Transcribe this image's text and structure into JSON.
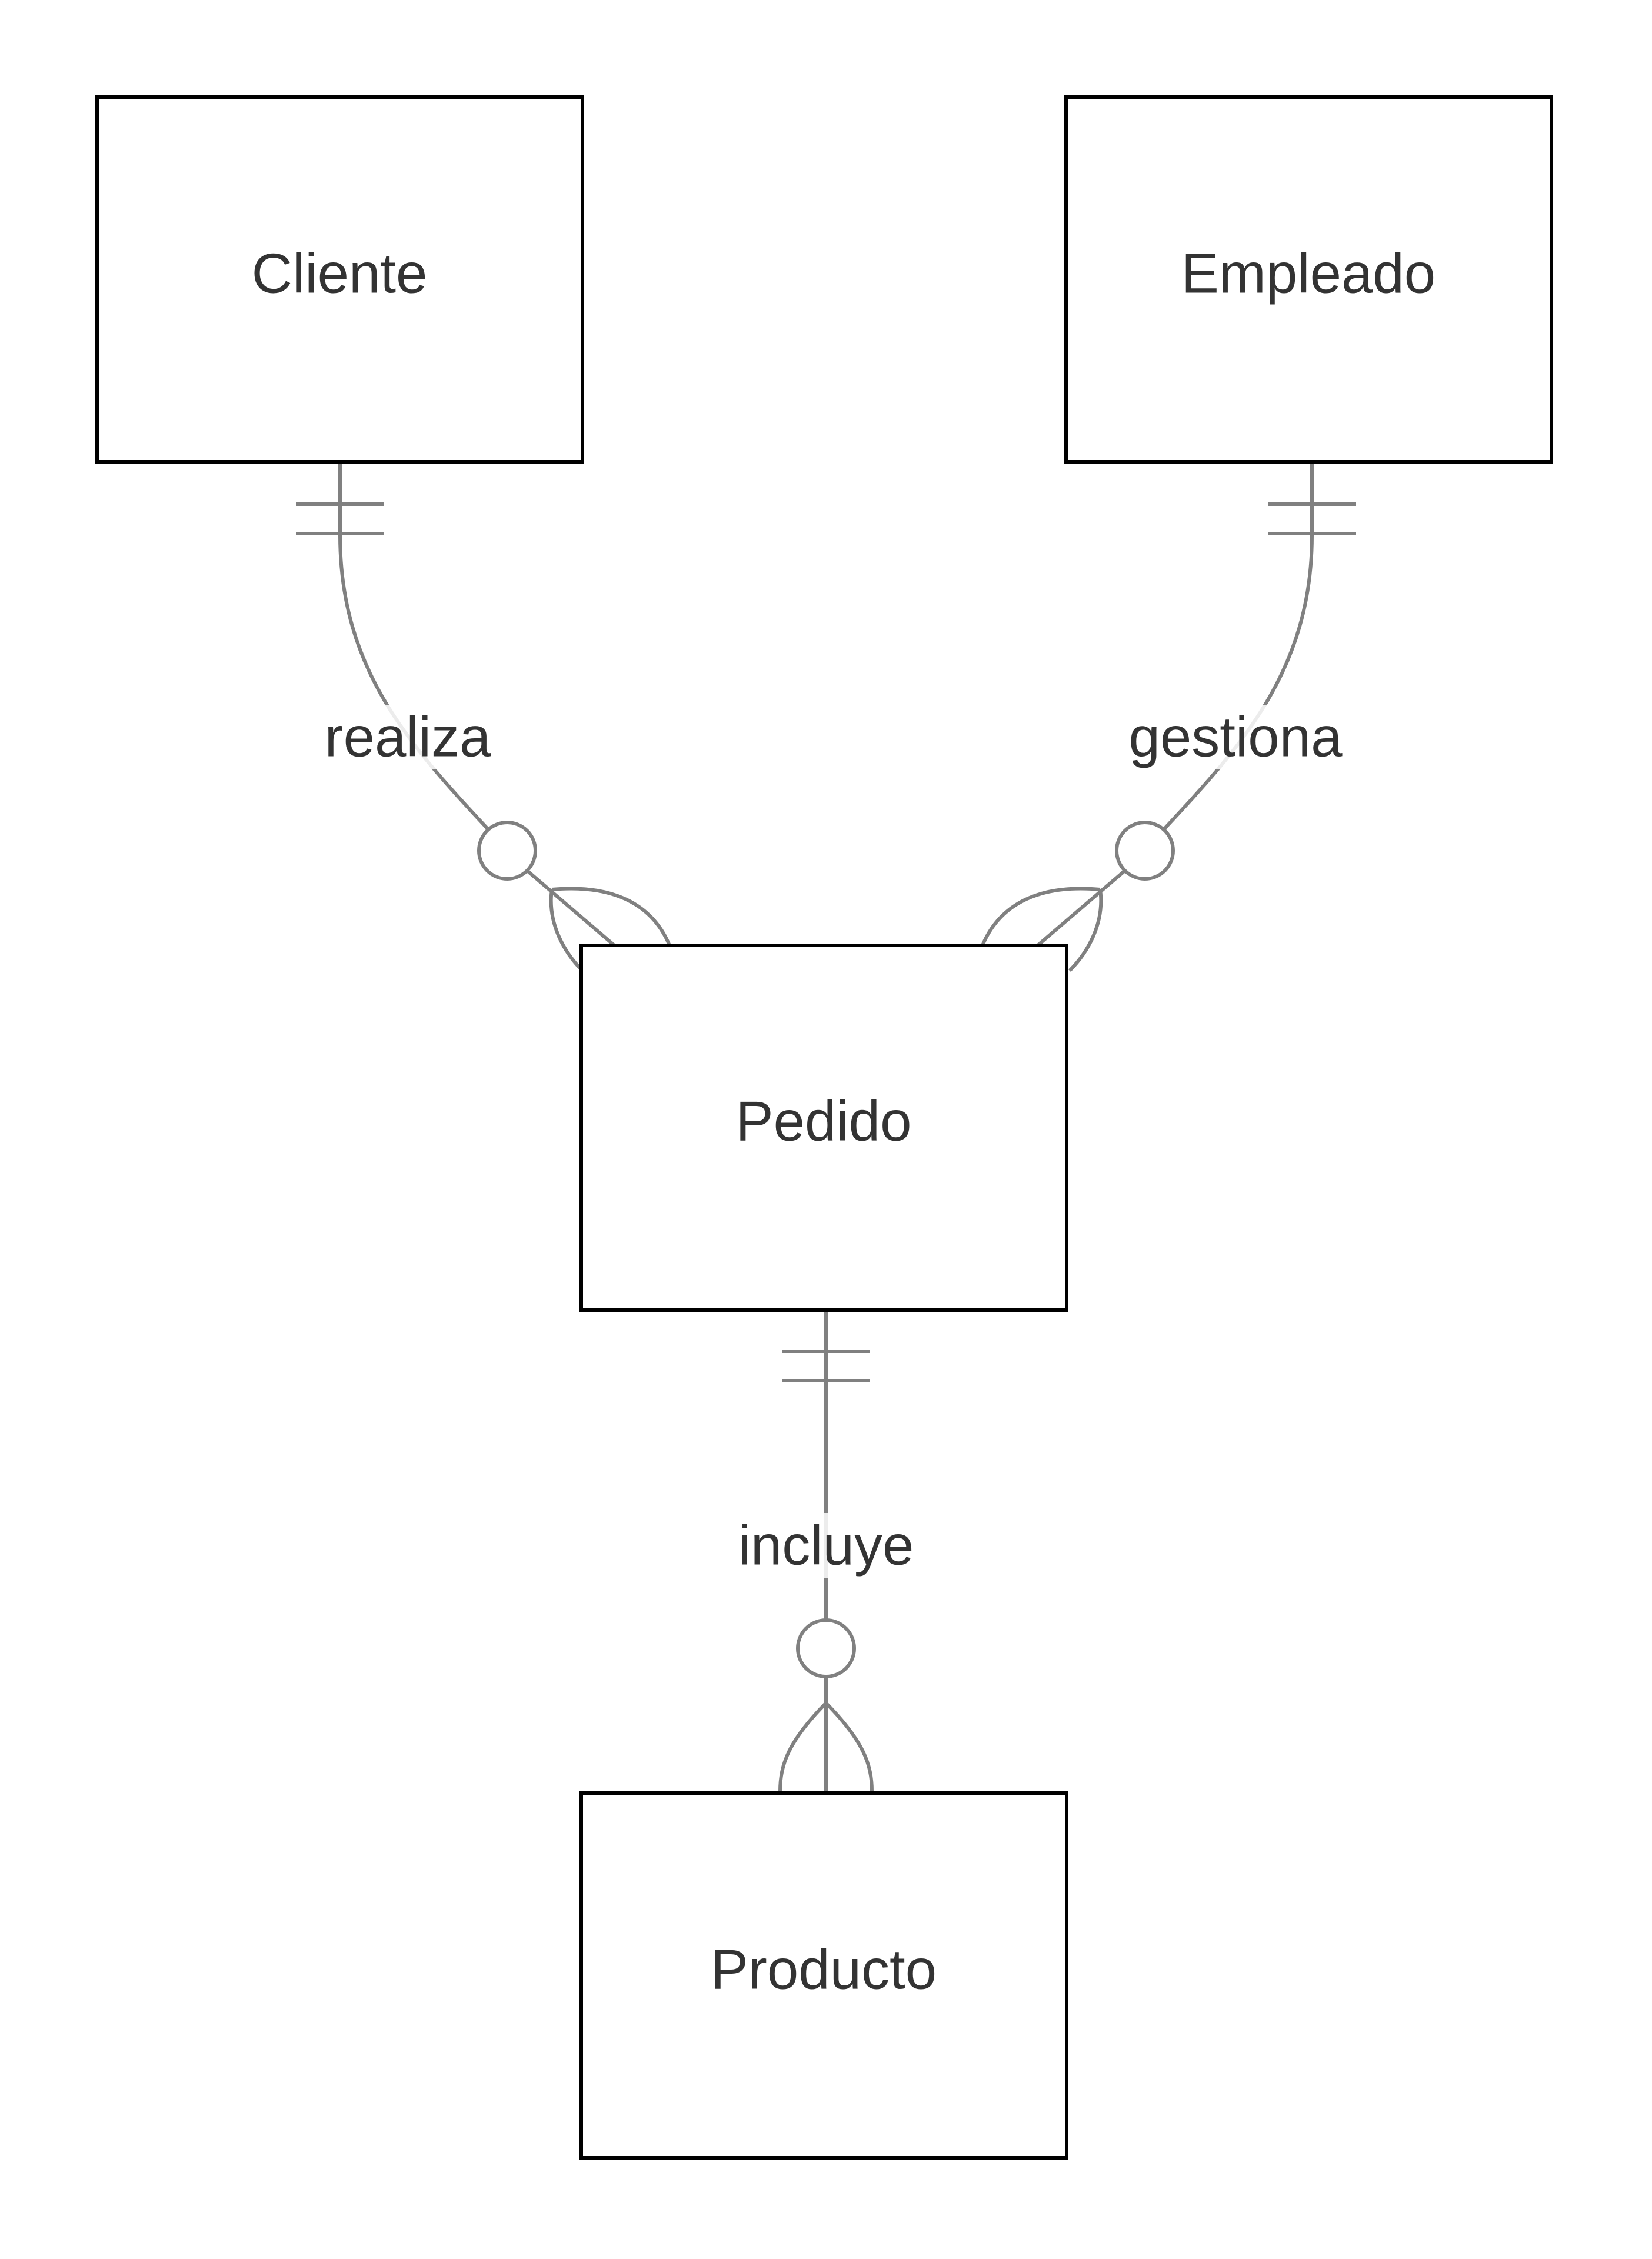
{
  "entities": {
    "cliente": "Cliente",
    "empleado": "Empleado",
    "pedido": "Pedido",
    "producto": "Producto"
  },
  "relationships": [
    {
      "from": "Cliente",
      "to": "Pedido",
      "label": "realiza",
      "from_cardinality": "exactly-one",
      "to_cardinality": "zero-or-many"
    },
    {
      "from": "Empleado",
      "to": "Pedido",
      "label": "gestiona",
      "from_cardinality": "exactly-one",
      "to_cardinality": "zero-or-many"
    },
    {
      "from": "Pedido",
      "to": "Producto",
      "label": "incluye",
      "from_cardinality": "exactly-one",
      "to_cardinality": "zero-or-many"
    }
  ],
  "colors": {
    "entity_border": "#000000",
    "relationship_line": "#808080",
    "text": "#333333"
  }
}
